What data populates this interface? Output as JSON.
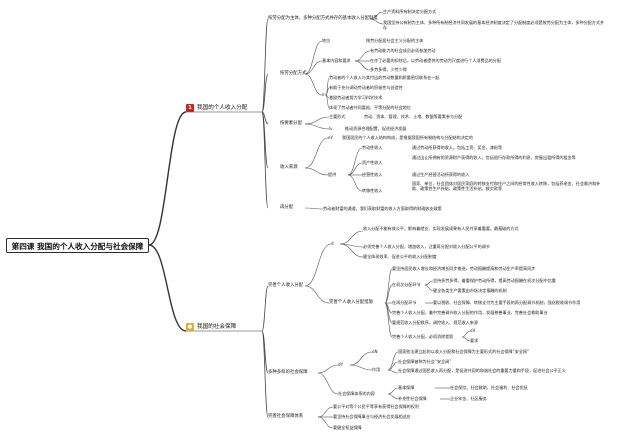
{
  "root": "第四课 我国的个人收入分配与社会保障",
  "b1_income": {
    "num": "1",
    "title": "我国的个人收入分配"
  },
  "b1_security": {
    "title": "我国的社会保障"
  },
  "income": {
    "principle": "按劳分配为主体，多种分配方式并存的基本收入分配制度",
    "principle_items": [
      "生产资料所有制决定分配方式",
      "我国坚持公有制为主体、多种所有制经济共同发展的基本经济制度决定了分配制度必须是按劳分配为主体，多种分配方式并存"
    ],
    "labor": "按劳分配方式",
    "labor_status": "地位",
    "labor_status_text": "按劳分配居社会主义分配的主体",
    "labor_req": "基本内容和要求",
    "labor_req_items": [
      "有劳动能力的社会成员必须参加劳动",
      "在作了必要的扣除后，以劳动者提供的劳动为尺度进行个人消费品的分配",
      "多劳多得，少劳少得"
    ],
    "labor_meaning_tag": "in",
    "labor_meaning_items": [
      "劳动者的个人收入与其付出的劳动数量和质量密切联系在一起",
      "有助于充分调动劳动者的积极性与创造性",
      "激励劳动者努力学习科学技术",
      "体现了劳动者共同富裕、平等分配的社会地位"
    ],
    "other": "按要素分配",
    "other_main": "主要形式",
    "other_main_text": "劳动、资本、管理、技术、土地、数据等要素参与分配",
    "other_tag": "lv",
    "other_tag_text": "推动资源合理配置，促进经济发展",
    "source": "收入来源",
    "source_tag": "eY",
    "source_intro": "我国居民的个人收入结构构成，是根据我国所有制结构与分配结构决定的",
    "source_items": [
      {
        "label": "劳动性收入",
        "text": "通过劳动所获得的收入，包括工资、奖金、津贴等"
      },
      {
        "label": "资产性收入",
        "text": "通过出让所拥有的资源财产获得的收入，包括银行存款所得的利息、房屋出租所得的租金等"
      },
      {
        "label": "经营性收入",
        "text": "通过生产经营活动所获得的收入"
      },
      {
        "label": "转移性收入",
        "text": "国家、单位、社会团体对居民家庭的转移支付和住户之间的经常性收入转移，包括养老金、社会救济和补助、政策性生产补贴、政策性生活补贴、救灾款等"
      }
    ],
    "source_tag2": "提供",
    "redistribution": "再分配",
    "redistribution_text": "劳动者财富的通道，我们获取财富的收入方面取得的财政收支政策"
  },
  "security": {
    "improve": "完善个人收入分配",
    "improve_tag": "d",
    "improve_items": [
      "收入分配不能有效公平，影响着就业、实现发展成果有人民共享着重要。最基础的方式",
      "必须完善个人收入分配，增加收入，注重再分配对收入分配公平的调节",
      "健全体现效率、促进公平的收入分配制度"
    ],
    "measures": "完善个人收入分配措施",
    "measures_items": [
      "要坚持居民收入增长和经济增长同步推进，劳动报酬提高和劳动生产率提高同步",
      "在初次分配环节",
      "坚持多劳多得，着重保护劳动所得，提高劳动报酬在初次分配中比重",
      "健全各类生产要素由市场决定报酬的机制",
      "在再分配环节",
      "要以税收、社会保障、转移支付为主要手段的再分配调节机制，强化税收调节作用",
      "完善个人收入分配，着中完善调节收入分配的作用，发展慈善事业，完善社会救助事业",
      "要规范收入分配秩序，调控收入、规范收入来源",
      "完善个人收入分配，必须消除差距"
    ],
    "side_tags": [
      "oV",
      "要求"
    ],
    "system": "多种多样的社会保障",
    "system_tag": "dY",
    "system_role_tag": "作用",
    "system_role_items": [
      "国家依法建立起的以收入分配和社会保障为主要形式的社会保障“安全网”",
      "社会保障被称为社会“安全阀”",
      "社会保障通过国民收入再分配，是促进共同的和谐社会的重要力量和手段，促进社会公平正义"
    ],
    "system_content": "社会保障体系的内容",
    "system_content_tag": "基本保障",
    "system_content_text": "社会保险、社会救助、社会福利、社会优抚",
    "system_supplement_tag": "补充性社会保障",
    "system_supplement_text": "企业年金、社区服务",
    "perfect": "完善社会保障体系",
    "perfect_items": [
      "要公平对等个公民平等享有获得社会保障的权利",
      "要坚持社会保障事业与经济社会发展相适应",
      "要健全权益保障"
    ]
  }
}
